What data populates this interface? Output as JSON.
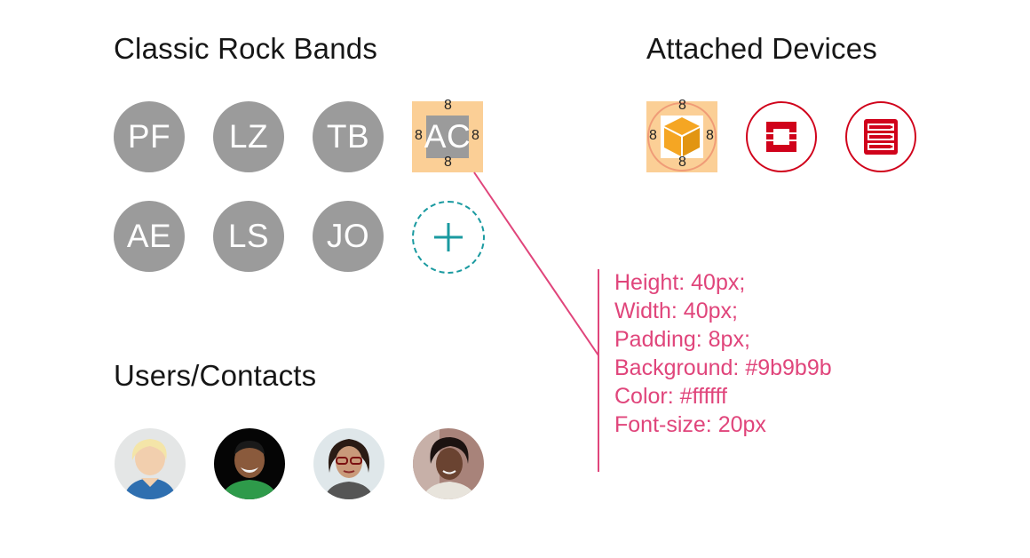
{
  "sections": {
    "bands_title": "Classic Rock Bands",
    "devices_title": "Attached Devices",
    "users_title": "Users/Contacts"
  },
  "bands": [
    {
      "initials": "PF"
    },
    {
      "initials": "LZ"
    },
    {
      "initials": "TB"
    },
    {
      "initials": "AC"
    },
    {
      "initials": "AE"
    },
    {
      "initials": "LS"
    },
    {
      "initials": "JO"
    }
  ],
  "padding_label": "8",
  "spec": {
    "height": "Height: 40px;",
    "width": "Width: 40px;",
    "padding": "Padding: 8px;",
    "background": "Background: #9b9b9b",
    "color": "Color: #ffffff",
    "font_size": "Font-size: 20px"
  },
  "devices": [
    {
      "icon": "cube-icon"
    },
    {
      "icon": "openstack-icon"
    },
    {
      "icon": "server-icon"
    }
  ],
  "colors": {
    "avatar_bg": "#9b9b9b",
    "avatar_text": "#ffffff",
    "highlight": "#fbcf96",
    "device_red": "#d0021b",
    "add_teal": "#1a9aa0",
    "spec_pink": "#e0457b"
  }
}
